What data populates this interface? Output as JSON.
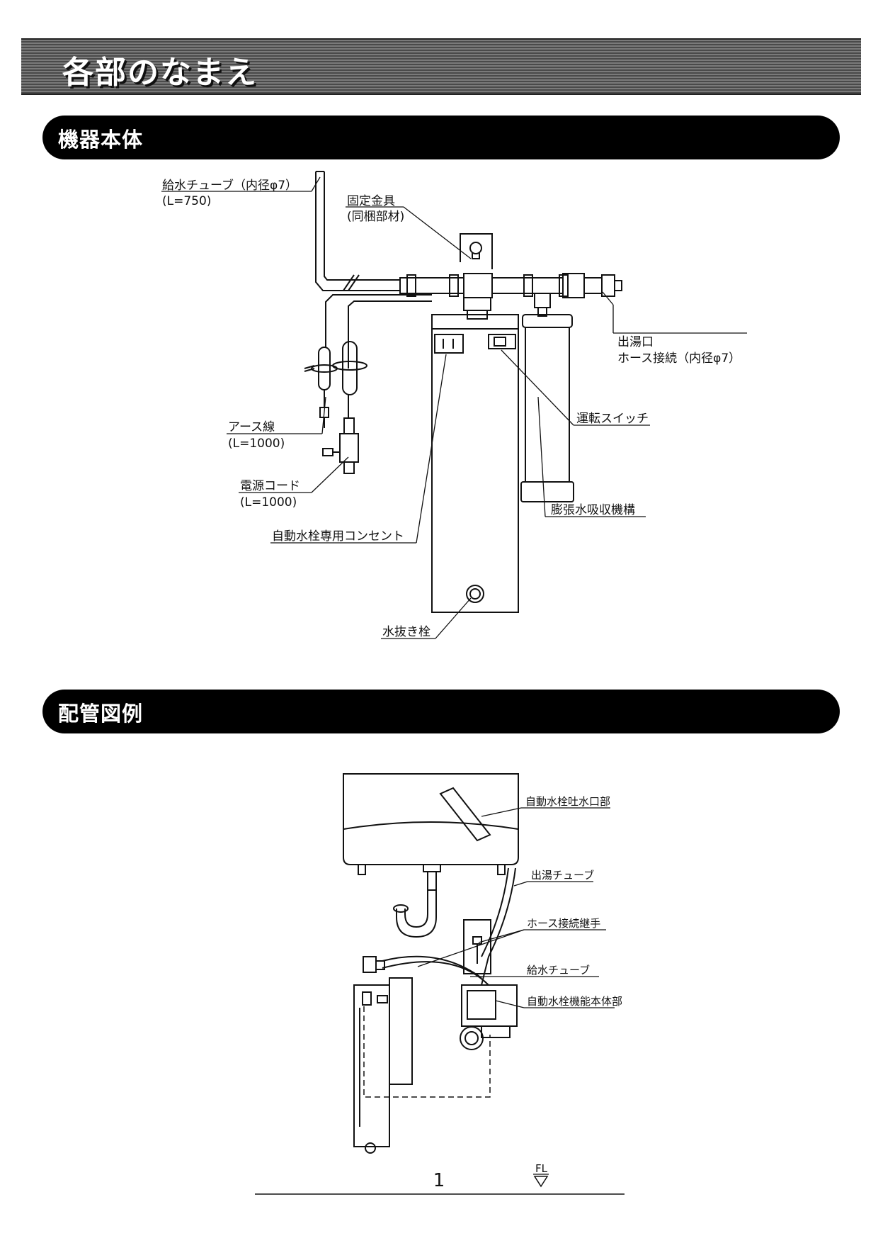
{
  "page_title": "各部のなまえ",
  "section1": {
    "title": "機器本体",
    "labels": {
      "supply_tube": "給水チューブ（内径φ7）",
      "supply_tube_len": "(L=750)",
      "bracket": "固定金具",
      "bracket_note": "(同梱部材)",
      "outlet": "出湯口",
      "outlet_note": "ホース接続（内径φ7）",
      "switch": "運転スイッチ",
      "ground_wire": "アース線",
      "ground_wire_len": "(L=1000)",
      "power_cord": "電源コード",
      "power_cord_len": "(L=1000)",
      "expansion": "膨張水吸収機構",
      "outlet_socket": "自動水栓専用コンセント",
      "drain_plug": "水抜き栓"
    }
  },
  "section2": {
    "title": "配管図例",
    "labels": {
      "spout": "自動水栓吐水口部",
      "hot_tube": "出湯チューブ",
      "hose_joint": "ホース接続継手",
      "supply_tube": "給水チューブ",
      "faucet_body": "自動水栓機能本体部",
      "floor": "FL"
    }
  },
  "page_number": "1"
}
